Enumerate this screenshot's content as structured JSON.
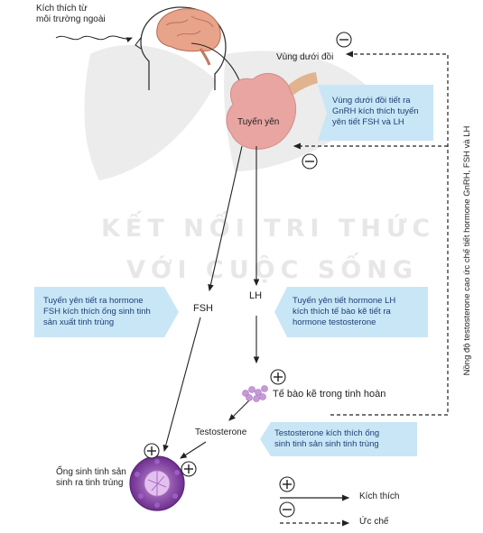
{
  "watermark": {
    "line1": "KẾT NỐI TRI THỨC",
    "line2": "VỚI CUỘC SỐNG"
  },
  "labels": {
    "stimulus_line1": "Kích thích từ",
    "stimulus_line2": "môi trường ngoài",
    "hypothalamus": "Vùng dưới đồi",
    "pituitary": "Tuyến yên",
    "fsh": "FSH",
    "lh": "LH",
    "leydig": "Tế bào kẽ trong tinh hoàn",
    "testosterone": "Testosterone",
    "tubule_line1": "Ống sinh tinh sản",
    "tubule_line2": "sinh ra tinh trùng",
    "vertical": "Nồng độ testosterone cao ức chế tiết hormone GnRH, FSH và LH"
  },
  "callouts": {
    "hypothalamus": [
      "Vùng dưới đồi tiết ra",
      "GnRH kích thích tuyến",
      "yên tiết FSH và LH"
    ],
    "fsh": [
      "Tuyến yên tiết ra hormone",
      "FSH kích thích ống sinh tinh",
      "sản xuất tinh trùng"
    ],
    "lh": [
      "Tuyến yên tiết hormone LH",
      "kích thích tế bào kẽ tiết ra",
      "hormone testosterone"
    ],
    "testosterone": [
      "Testosterone kích thích ống",
      "sinh tinh sản sinh tinh trùng"
    ]
  },
  "symbols": {
    "plus": "+",
    "minus": "−"
  },
  "legend": {
    "stimulate": "Kích thích",
    "inhibit": "Ức chế"
  },
  "colors": {
    "callout_fill": "#c9e6f7",
    "callout_text": "#1d3f73",
    "brain": "#e8a48a",
    "pituitary": "#e8a5a2",
    "cell": "#c79ad8",
    "tubule": "#8a4cab",
    "arrow": "#222222"
  }
}
